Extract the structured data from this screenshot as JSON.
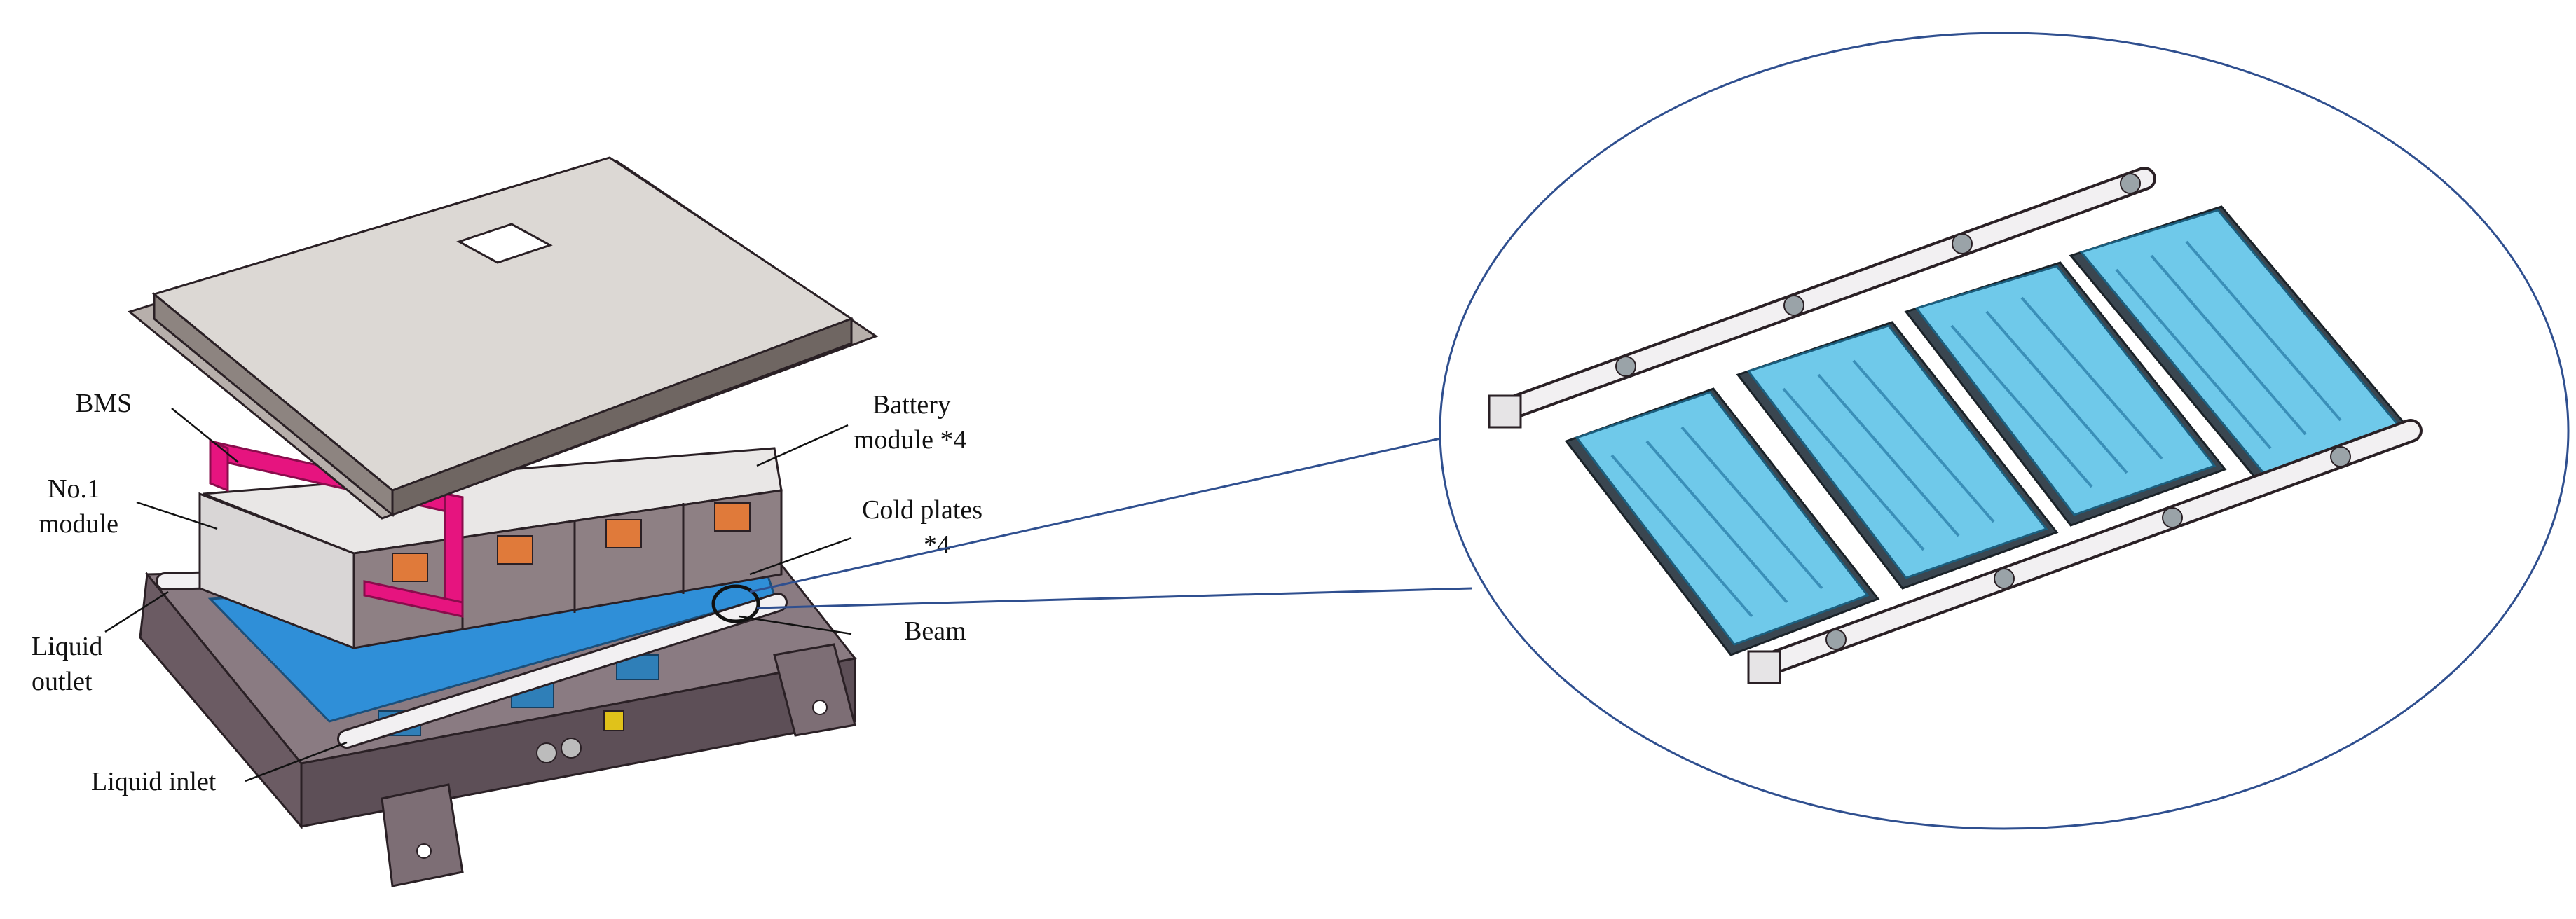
{
  "labels": {
    "bms": "BMS",
    "battery_module_line1": "Battery",
    "battery_module_line2": "module *4",
    "no1_module_line1": "No.1",
    "no1_module_line2": "module",
    "cold_plates_line1": "Cold plates",
    "cold_plates_line2": "*4",
    "liquid_outlet_line1": "Liquid",
    "liquid_outlet_line2": "outlet",
    "beam": "Beam",
    "liquid_inlet": "Liquid inlet"
  },
  "colors": {
    "cover": "#dcd8d4",
    "cover_side": "#8d8480",
    "base": "#7a6a72",
    "module": "#d9d6d6",
    "bms_frame": "#e6147f",
    "cold_plate": "#2f8fd8",
    "cold_plate_detail": "#6fc9ea",
    "pipe": "#f2f0f2",
    "callout": "#2f4f8f",
    "terminal": "#e07a3a"
  }
}
